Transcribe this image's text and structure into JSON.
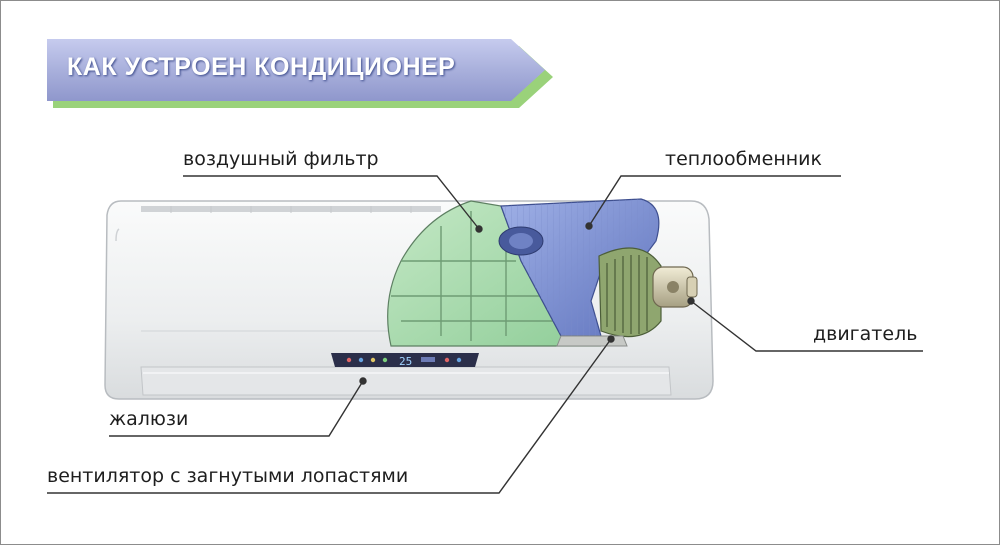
{
  "title": "КАК УСТРОЕН КОНДИЦИОНЕР",
  "labels": {
    "air_filter": "воздушный фильтр",
    "heat_exchanger": "теплообменник",
    "motor": "двигатель",
    "louvers": "жалюзи",
    "fan": "вентилятор с загнутыми лопастями"
  },
  "display": {
    "readout": "25"
  },
  "colors": {
    "banner_fill": "#a9b0dc",
    "banner_shadow": "#9ad27a",
    "unit_body": "#eef0f1",
    "filter_green": "#a9d8ae",
    "exchanger_blue": "#7d8fd0",
    "display_panel": "#2b2f4a",
    "leader_line": "#333333"
  }
}
